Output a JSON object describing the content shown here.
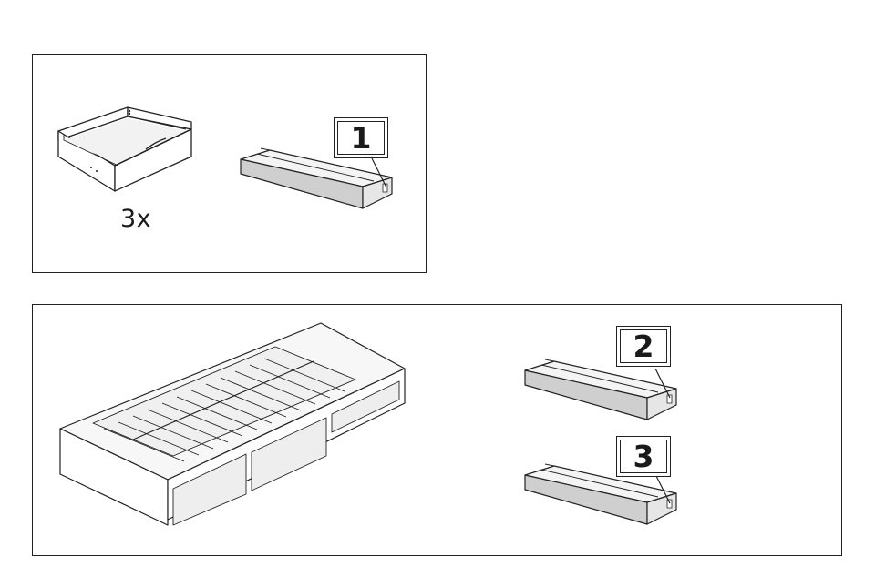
{
  "top_panel": {
    "drawer_quantity": "3x",
    "package_number": "1",
    "icons": [
      "drawer-illustration",
      "flat-pack-box-illustration"
    ]
  },
  "bottom_panel": {
    "package_numbers": [
      "2",
      "3"
    ],
    "icons": [
      "bed-frame-illustration",
      "flat-pack-box-illustration",
      "flat-pack-box-illustration"
    ]
  }
}
